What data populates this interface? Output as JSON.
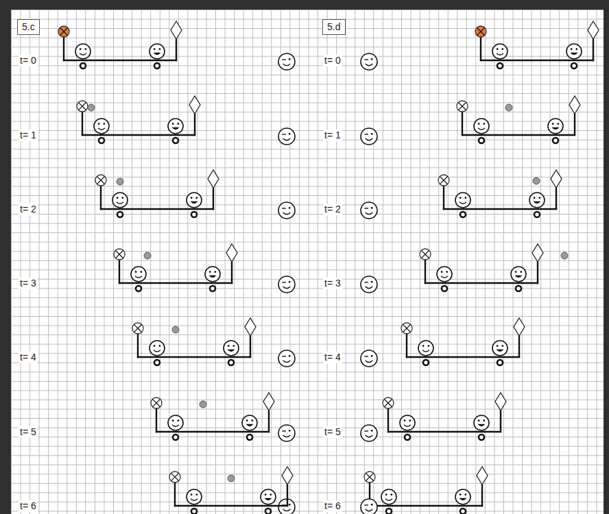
{
  "diagram": {
    "nodes": [
      {
        "text": [
          "5.c"
        ]
      },
      {
        "text": [
          "5.d"
        ]
      }
    ],
    "labels": [
      "t= 0",
      "t= 1",
      "t= 2",
      "t= 3",
      "t= 4",
      "t= 5",
      "t= 6",
      "t= 0",
      "t= 1",
      "t= 2",
      "t= 3",
      "t= 4",
      "t= 5",
      "t= 6"
    ]
  }
}
